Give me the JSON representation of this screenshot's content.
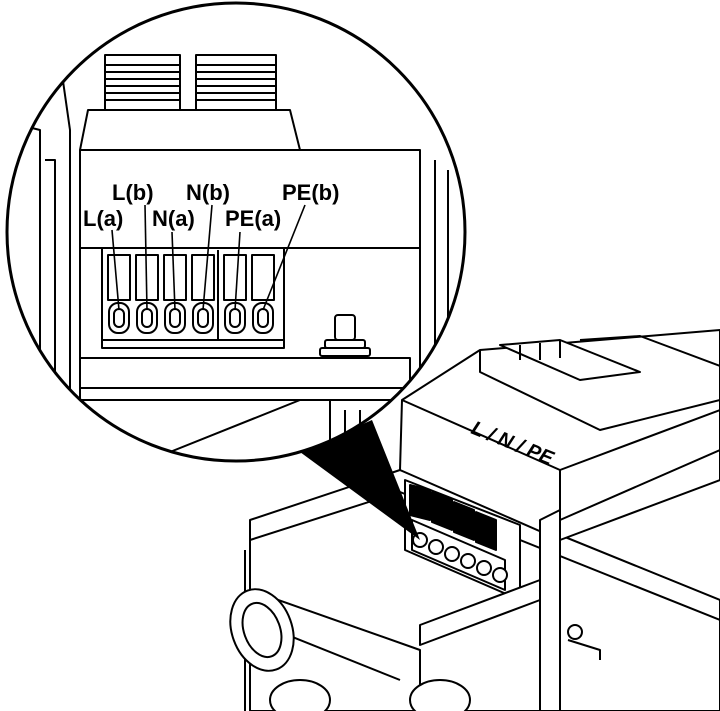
{
  "zoom_labels": {
    "l_a": "L(a)",
    "l_b": "L(b)",
    "n_a": "N(a)",
    "n_b": "N(b)",
    "pe_a": "PE(a)",
    "pe_b": "PE(b)"
  },
  "housing_label": "L / N / PE",
  "colors": {
    "ink": "#000000",
    "paper": "#ffffff"
  }
}
